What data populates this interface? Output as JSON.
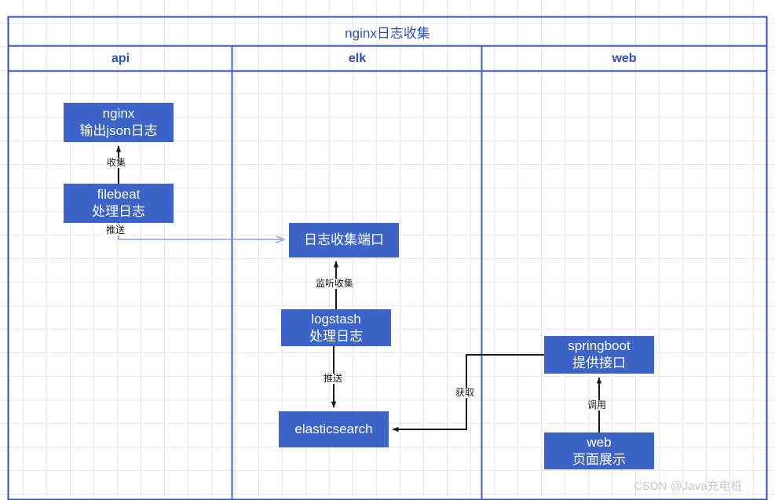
{
  "diagram": {
    "title": "nginx日志收集",
    "lanes": [
      {
        "label": "api"
      },
      {
        "label": "elk"
      },
      {
        "label": "web"
      }
    ],
    "nodes": [
      {
        "id": "nginx",
        "line1": "nginx",
        "line2": "输出json日志"
      },
      {
        "id": "filebeat",
        "line1": "filebeat",
        "line2": "处理日志"
      },
      {
        "id": "log-port",
        "line1": "日志收集端口",
        "line2": ""
      },
      {
        "id": "logstash",
        "line1": "logstash",
        "line2": "处理日志"
      },
      {
        "id": "elasticsearch",
        "line1": "elasticsearch",
        "line2": ""
      },
      {
        "id": "springboot",
        "line1": "springboot",
        "line2": "提供接口"
      },
      {
        "id": "web",
        "line1": "web",
        "line2": "页面展示"
      }
    ],
    "edges": [
      {
        "id": "filebeat-to-nginx",
        "label": "收集"
      },
      {
        "id": "filebeat-to-log-port",
        "label": "推送"
      },
      {
        "id": "logstash-to-log-port",
        "label": "监听收集"
      },
      {
        "id": "logstash-to-elasticsearch",
        "label": "推送"
      },
      {
        "id": "springboot-to-elasticsearch",
        "label": "获取"
      },
      {
        "id": "web-to-springboot",
        "label": "调用"
      }
    ],
    "colors": {
      "node_fill": "#3B63C8",
      "node_text": "#ffffff",
      "frame_stroke": "#2E4FB8",
      "arrow_dark": "#1a1a1a",
      "arrow_light": "#8CA0DC",
      "grid": "#e8e8e8"
    },
    "watermark": "CSDN @Java充电桩"
  }
}
